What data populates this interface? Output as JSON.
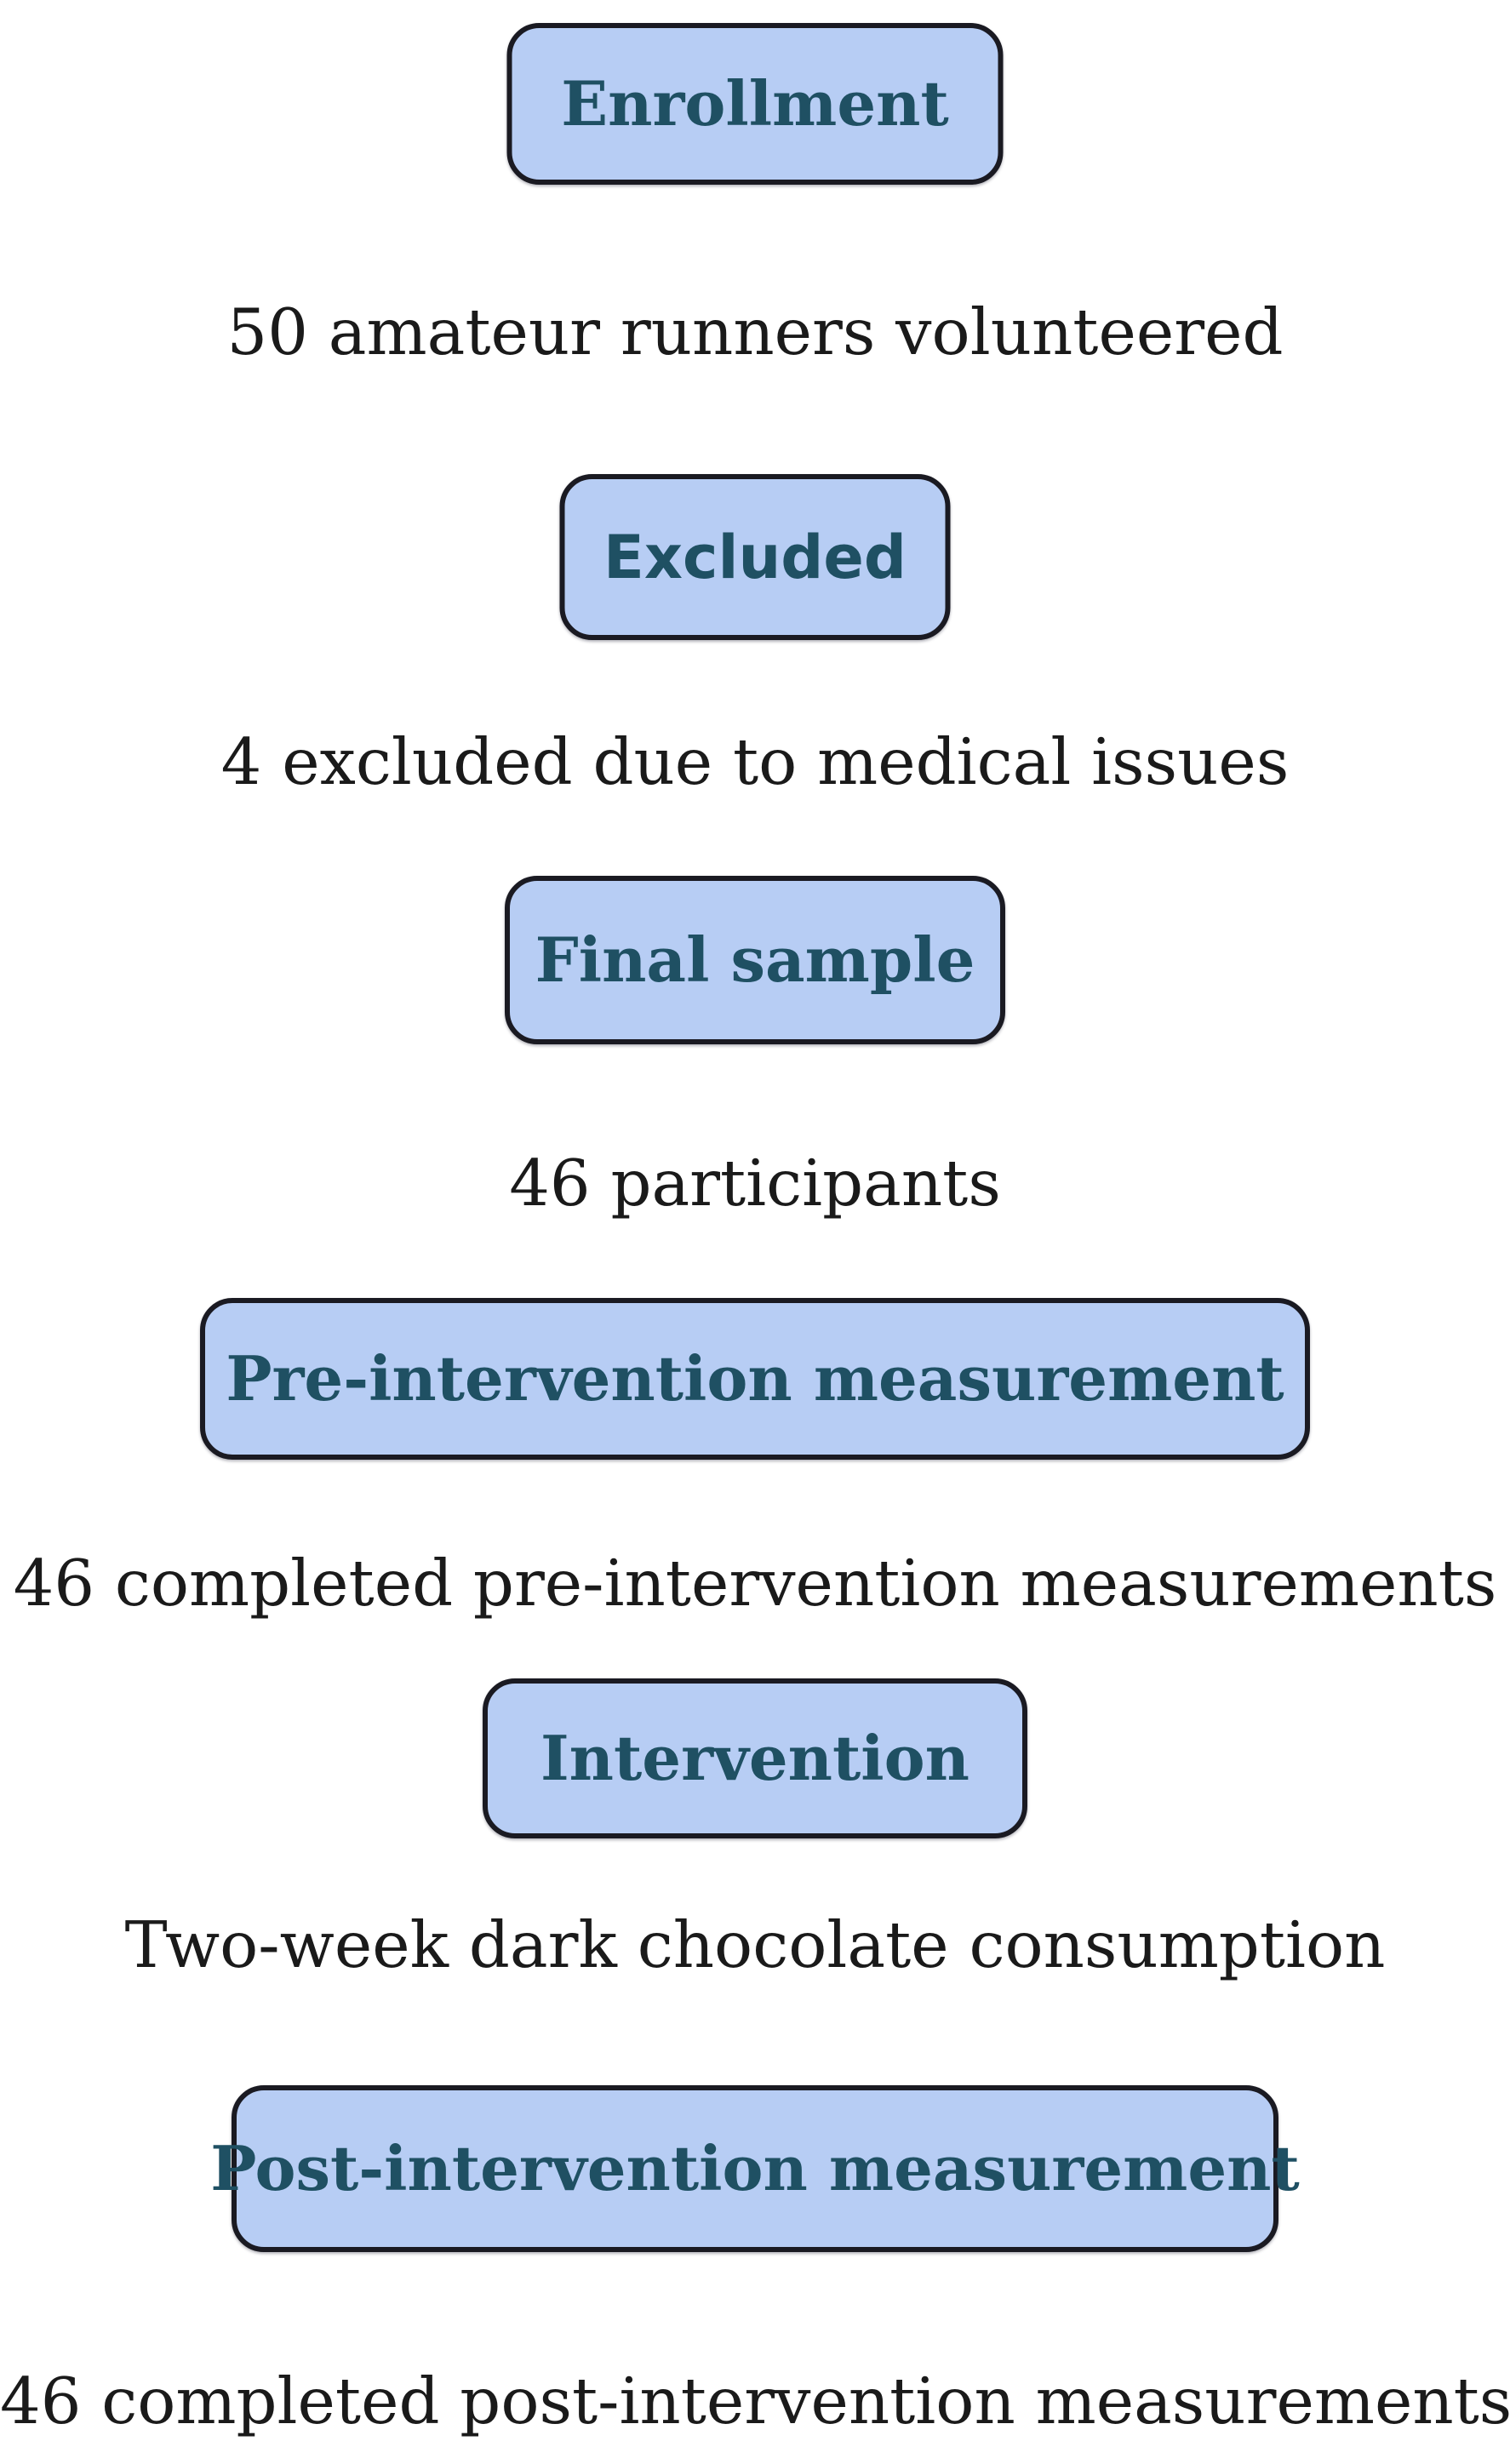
{
  "colors": {
    "background": "#ffffff",
    "box_fill": "#b7cdf4",
    "box_border": "#1a1a22",
    "box_label": "#1f5063",
    "body_text": "#1a1a1a"
  },
  "steps": [
    {
      "kind": "stage",
      "label": "Enrollment"
    },
    {
      "kind": "detail",
      "text": "50 amateur runners volunteered"
    },
    {
      "kind": "stage",
      "label": "Excluded"
    },
    {
      "kind": "detail",
      "text": "4 excluded due to medical issues"
    },
    {
      "kind": "stage",
      "label": "Final sample"
    },
    {
      "kind": "detail",
      "text": "46 participants"
    },
    {
      "kind": "stage",
      "label": "Pre-intervention measurement"
    },
    {
      "kind": "detail",
      "text": "46 completed pre-intervention measurements"
    },
    {
      "kind": "stage",
      "label": "Intervention"
    },
    {
      "kind": "detail",
      "text": "Two-week dark chocolate consumption"
    },
    {
      "kind": "stage",
      "label": "Post-intervention measurement"
    },
    {
      "kind": "detail",
      "text": "46 completed post-intervention measurements"
    }
  ]
}
